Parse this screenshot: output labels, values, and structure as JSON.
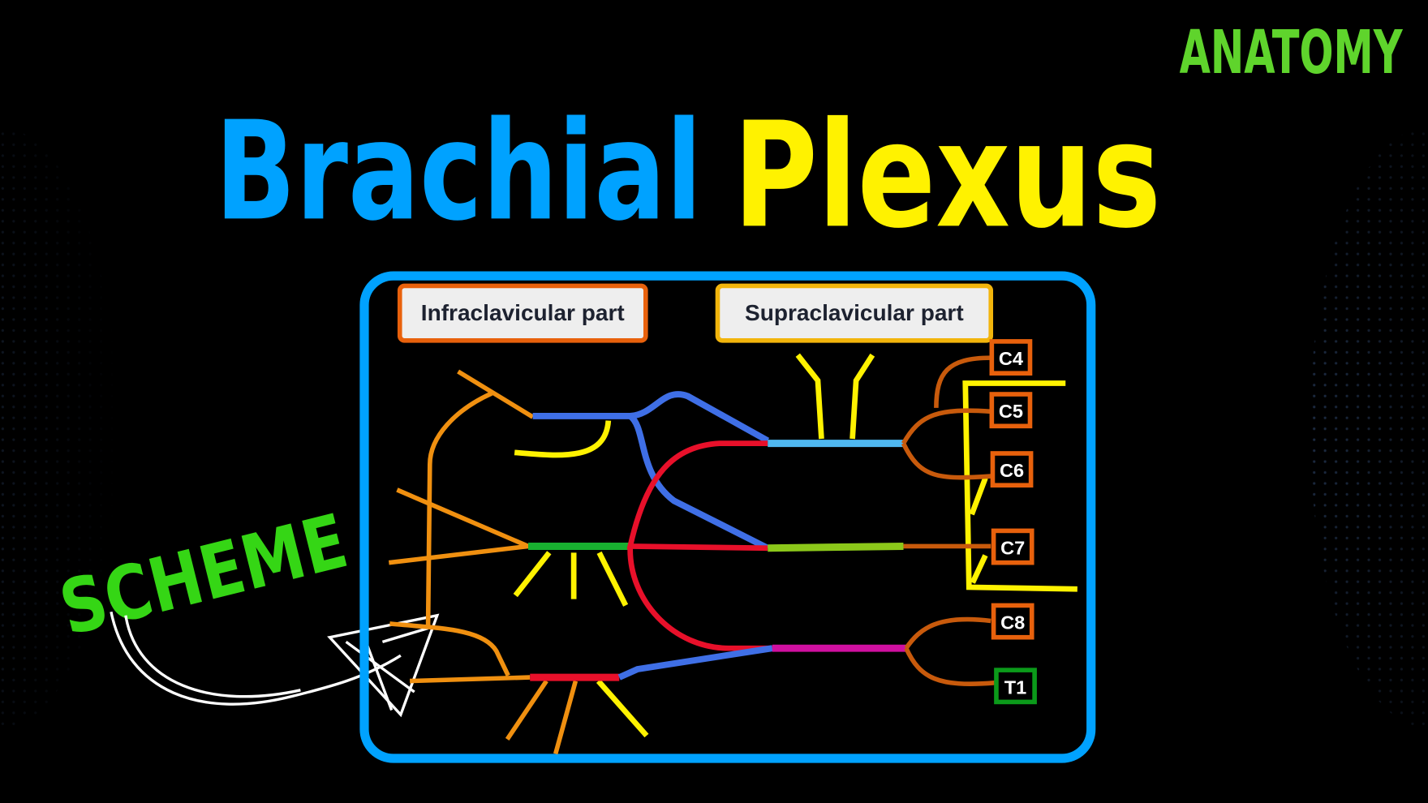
{
  "header": {
    "category": "ANATOMY",
    "title_part1": "Brachial",
    "title_part2": "Plexus",
    "side_note": "SCHEME"
  },
  "diagram": {
    "infraclavicular_label": "Infraclavicular part",
    "supraclavicular_label": "Supraclavicular part",
    "roots": [
      "C4",
      "C5",
      "C6",
      "C7",
      "C8",
      "T1"
    ]
  },
  "colors": {
    "blue": "#00a2ff",
    "yellow": "#fff200",
    "green": "#5fd42c",
    "scheme_green": "#35d615",
    "root_box": "#e8610c",
    "t1_box": "#0b9a1a"
  }
}
